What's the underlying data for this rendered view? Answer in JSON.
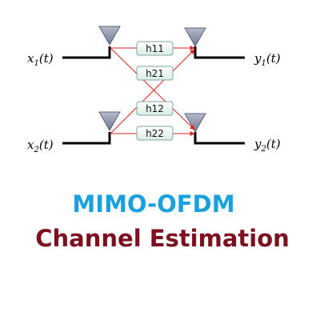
{
  "inputs": [
    {
      "var": "x",
      "sub": "1",
      "arg": "(t)"
    },
    {
      "var": "x",
      "sub": "2",
      "arg": "(t)"
    }
  ],
  "outputs": [
    {
      "var": "y",
      "sub": "1",
      "arg": "(t)"
    },
    {
      "var": "y",
      "sub": "2",
      "arg": "(t)"
    }
  ],
  "channels": [
    "h11",
    "h21",
    "h12",
    "h22"
  ],
  "title": {
    "line1": "MIMO-OFDM",
    "line2": "Channel Estimation"
  },
  "colors": {
    "line1": "#1aa0dd",
    "line2": "#7a1020",
    "arrow": "#e02020",
    "antenna": "#8c95ad",
    "box_stroke": "#7fa79a",
    "box_fill_top": "#ffffff",
    "box_fill_bottom": "#d9eee6"
  }
}
